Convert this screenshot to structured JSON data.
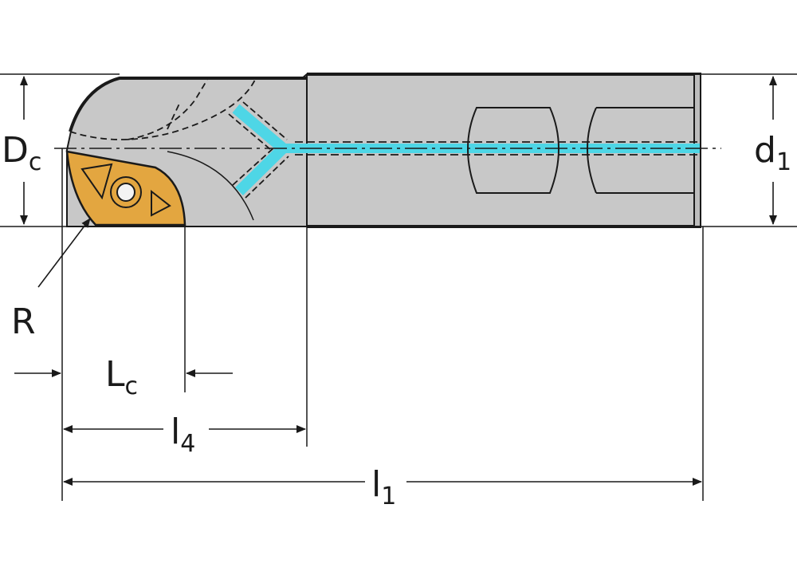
{
  "diagram": {
    "labels": {
      "dc": {
        "main": "D",
        "sub": "c"
      },
      "d1": {
        "main": "d",
        "sub": "1"
      },
      "r": "R",
      "lc": {
        "main": "L",
        "sub": "c"
      },
      "l4": {
        "main": "l",
        "sub": "4"
      },
      "l1": {
        "main": "l",
        "sub": "1"
      }
    },
    "colors": {
      "body": "#c8c8c8",
      "insert": "#e3a640",
      "coolant": "#4ed6e6",
      "line": "#1a1a1a",
      "background": "#ffffff"
    }
  }
}
